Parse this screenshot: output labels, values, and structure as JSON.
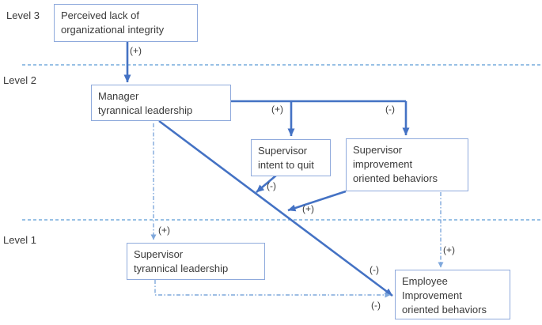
{
  "levels": [
    {
      "label": "Level 3"
    },
    {
      "label": "Level 2"
    },
    {
      "label": "Level 1"
    }
  ],
  "boxes": {
    "perceived_lack": {
      "lines": [
        "Perceived lack of",
        "organizational integrity"
      ]
    },
    "manager_tyrannical": {
      "lines": [
        "Manager",
        "tyrannical leadership"
      ]
    },
    "supervisor_intent_quit": {
      "lines": [
        "Supervisor",
        "intent to quit"
      ]
    },
    "supervisor_improvement": {
      "lines": [
        "Supervisor",
        "improvement",
        "oriented behaviors"
      ]
    },
    "supervisor_tyrannical": {
      "lines": [
        "Supervisor",
        "tyrannical leadership"
      ]
    },
    "employee_improvement": {
      "lines": [
        "Employee",
        "Improvement",
        "oriented behaviors"
      ]
    }
  },
  "edge_signs": {
    "perceived_to_manager": "(+)",
    "manager_to_intent_quit": "(+)",
    "manager_to_supervisor_improvement": "(-)",
    "intent_quit_on_manager_employee_path": "(-)",
    "supervisor_improvement_on_manager_employee_path": "(+)",
    "manager_to_supervisor_tyrannical": "(+)",
    "manager_to_employee_improvement": "(-)",
    "supervisor_tyrannical_to_employee_improvement": "(-)",
    "supervisor_improvement_to_employee_improvement": "(+)"
  },
  "colors": {
    "arrow_strong": "#4472C4",
    "box_border": "#8FAADC",
    "separator": "#5B9BD5",
    "connector": "#7FA8DC",
    "text": "#3A3A3A"
  }
}
